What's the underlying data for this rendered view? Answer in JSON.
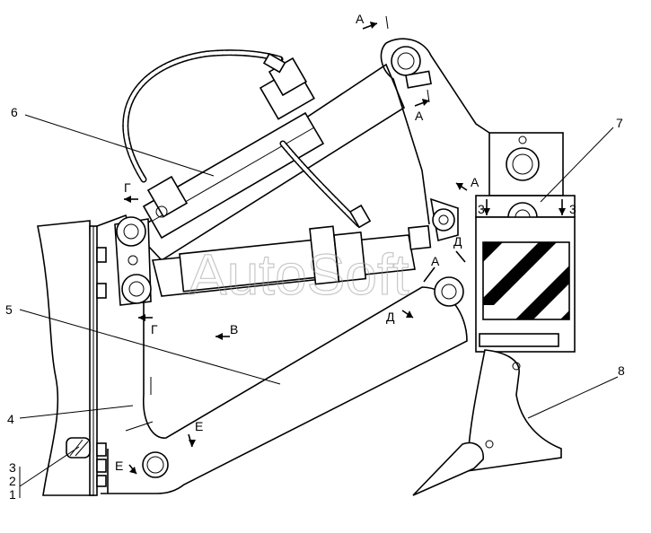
{
  "watermark": "AutoSoft",
  "callouts": {
    "c1": "1",
    "c2": "2",
    "c3": "3",
    "c4": "4",
    "c5": "5",
    "c6": "6",
    "c7": "7",
    "c8": "8"
  },
  "section_marks": {
    "a_top": "А",
    "a_top2": "А",
    "a_mid": "А",
    "a_low": "А",
    "g_left": "Г",
    "g_low": "Г",
    "v": "В",
    "d_right": "Д",
    "d_low": "Д",
    "e_mid": "Е",
    "e_low": "Е",
    "z_left": "3",
    "z_right": "3"
  },
  "colors": {
    "stroke": "#000000",
    "watermark": "#9a9a9a"
  }
}
